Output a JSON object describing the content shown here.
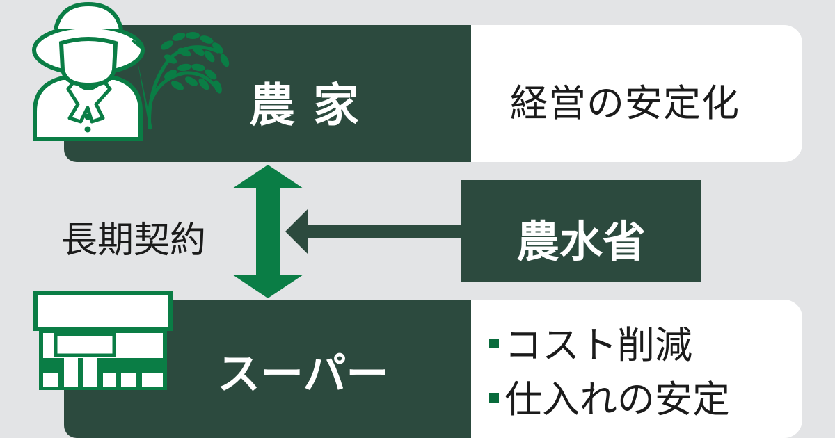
{
  "diagram": {
    "farmer": {
      "label": "農家",
      "benefit": "経営の安定化",
      "icon": "farmer-with-hat-icon"
    },
    "supermarket": {
      "label": "スーパー",
      "benefits": [
        "コスト削減",
        "仕入れの安定"
      ],
      "icon": "store-icon"
    },
    "ministry": {
      "label": "農水省"
    },
    "relationship": {
      "label": "長期契約",
      "arrow": "double-vertical-arrow-icon"
    },
    "support_arrow": "left-arrow-icon",
    "decoration": "rice-plant-icon"
  },
  "colors": {
    "background": "#e3e4e6",
    "dark_green": "#2c4a3e",
    "accent_green": "#0a7d45",
    "white": "#ffffff",
    "text": "#1b1b1b"
  }
}
